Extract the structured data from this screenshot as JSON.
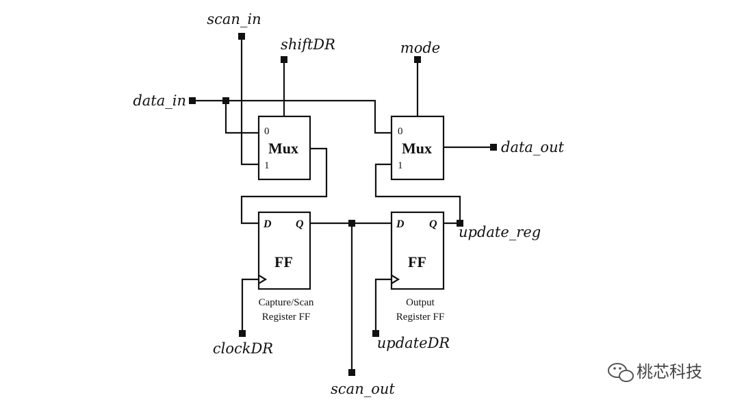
{
  "signals": {
    "scan_in": "scan_in",
    "shiftDR": "shiftDR",
    "data_in": "data_in",
    "mode": "mode",
    "data_out": "data_out",
    "update_reg": "update_reg",
    "clockDR": "clockDR",
    "updateDR": "updateDR",
    "scan_out": "scan_out"
  },
  "mux_left": {
    "label": "Mux",
    "pin0": "0",
    "pin1": "1"
  },
  "mux_right": {
    "label": "Mux",
    "pin0": "0",
    "pin1": "1"
  },
  "ff_capture": {
    "label": "FF",
    "d": "D",
    "q": "Q",
    "caption_line1": "Capture/Scan",
    "caption_line2": "Register FF"
  },
  "ff_output": {
    "label": "FF",
    "d": "D",
    "q": "Q",
    "caption_line1": "Output",
    "caption_line2": "Register FF"
  },
  "watermark": {
    "text": "桃芯科技"
  }
}
